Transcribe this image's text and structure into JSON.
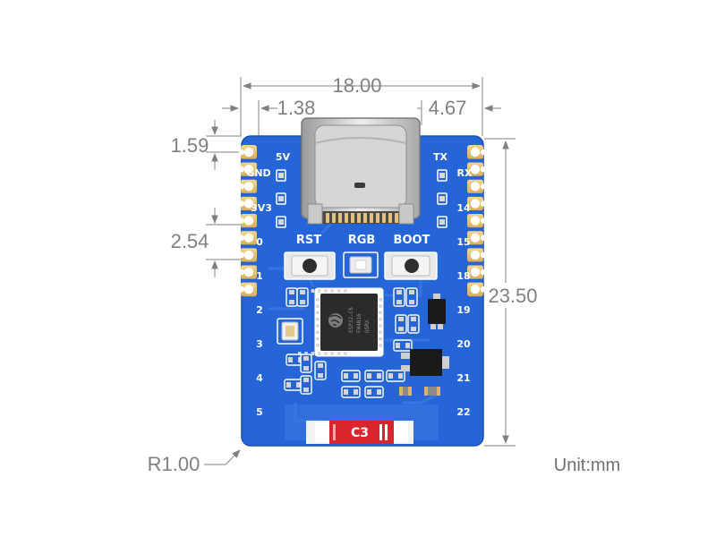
{
  "dimensions": {
    "board_width": "18.00",
    "usb_left_offset": "1.38",
    "usb_right_offset": "4.67",
    "top_pin_offset": "1.59",
    "pin_pitch": "2.54",
    "board_height": "23.50",
    "corner_radius": "R1.00",
    "unit": "Unit:mm"
  },
  "board": {
    "left_pins": [
      "5V",
      "GND",
      "3V3",
      "0",
      "1",
      "2",
      "3",
      "4",
      "5"
    ],
    "right_pins": [
      "TX",
      "RX",
      "14",
      "15",
      "18",
      "19",
      "20",
      "21",
      "22"
    ],
    "buttons": {
      "reset": "RST",
      "led": "RGB",
      "boot": "BOOT"
    },
    "chip_marking": [
      "ESP32-C6",
      "FH4N16",
      "QSRX"
    ],
    "chip_label": "C3",
    "colors": {
      "pcb": "#2565d8",
      "gold_pad": "#e8c370",
      "silkscreen": "#ffffff",
      "label_red": "#d9262e",
      "dimension_gray": "#808080"
    }
  },
  "icons": [
    "espressif-logo-icon",
    "dimension-arrow-icon",
    "leader-arrow-icon"
  ]
}
